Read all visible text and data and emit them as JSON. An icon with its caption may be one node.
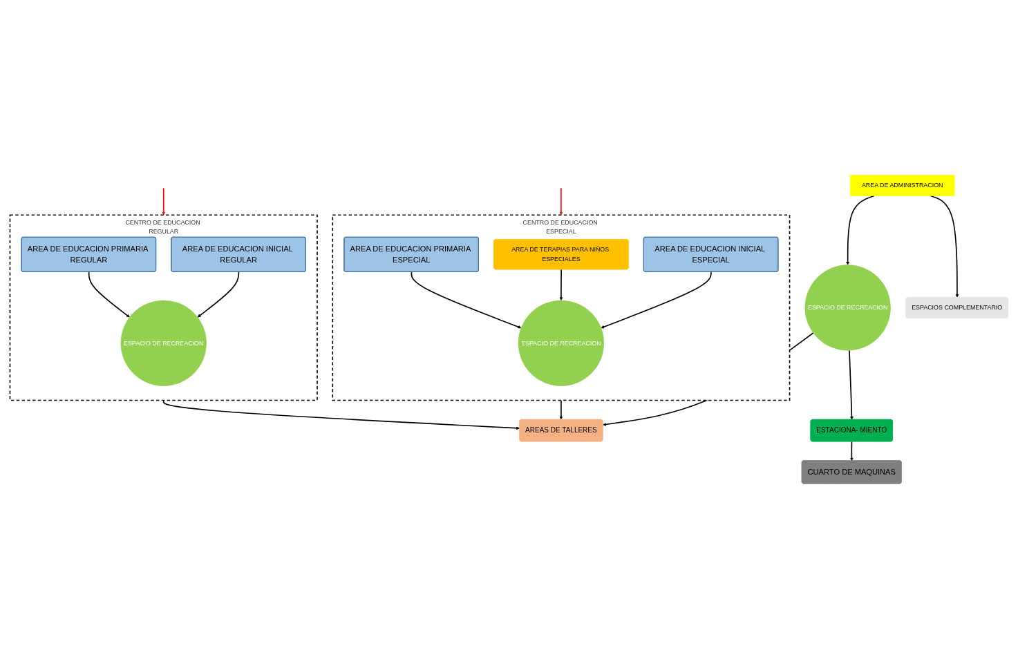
{
  "diagram": {
    "nodes": [
      {
        "text": [
          "CENTRO DE EDUCACION ESPECIAL"
        ]
      },
      {
        "text": [
          "AREA DE EDUCACION PRIMARIA ESPECIAL"
        ],
        "in": 0
      },
      {
        "text": [
          "AREA DE TERAPIAS PARA NIÑOS ESPECIALES"
        ],
        "in": 0
      },
      {
        "text": [
          "ESPACIO DE RECREACION"
        ],
        "in": 0
      },
      {
        "text": [
          "AREA DE EDUCACION INICIAL ESPECIAL"
        ],
        "in": 0
      },
      {
        "text": [
          "AREAS DE TALLERES"
        ]
      },
      {
        "text": [
          "CENTRO DE EDUCACION REGULAR"
        ]
      },
      {
        "text": [
          "AREA DE EDUCACION PRIMARIA REGULAR"
        ],
        "in": 6
      },
      {
        "text": [
          "ESPACIO DE RECREACION"
        ],
        "in": 6
      },
      {
        "text": [
          "AREA DE EDUCACION INICIAL REGULAR"
        ],
        "in": 6
      },
      {
        "text": [
          "ESPACIO DE RECREACION"
        ]
      },
      {
        "text": [
          "CUARTO DE MAQUINAS"
        ]
      },
      {
        "text": [
          "ESPACIOS COMPLEMENTARIO"
        ]
      },
      {
        "text": [
          "ESTACIONA- MIENTO"
        ]
      },
      {
        "text": [
          "AREA DE ADMINISTRACION"
        ]
      }
    ],
    "edges": [
      {
        "from": null,
        "to": 0,
        "arrow": "to",
        "color": "#ff0000"
      },
      {
        "from": null,
        "to": 6,
        "arrow": "to",
        "color": "#ff0000"
      },
      {
        "from": 1,
        "to": 3,
        "arrow": "to"
      },
      {
        "from": 2,
        "to": 3,
        "arrow": "to"
      },
      {
        "from": 4,
        "to": 3,
        "arrow": "to"
      },
      {
        "from": 0,
        "to": 5,
        "arrow": "to"
      },
      {
        "from": 6,
        "to": 5,
        "arrow": "to"
      },
      {
        "from": 7,
        "to": 8,
        "arrow": "to"
      },
      {
        "from": 9,
        "to": 8,
        "arrow": "to"
      },
      {
        "from": 10,
        "to": 5,
        "arrow": "to"
      },
      {
        "from": 10,
        "to": 13,
        "arrow": "to"
      },
      {
        "from": 13,
        "to": 11,
        "arrow": "to"
      },
      {
        "from": 14,
        "to": 10,
        "arrow": "to"
      },
      {
        "from": 14,
        "to": 12,
        "arrow": "to"
      }
    ]
  }
}
